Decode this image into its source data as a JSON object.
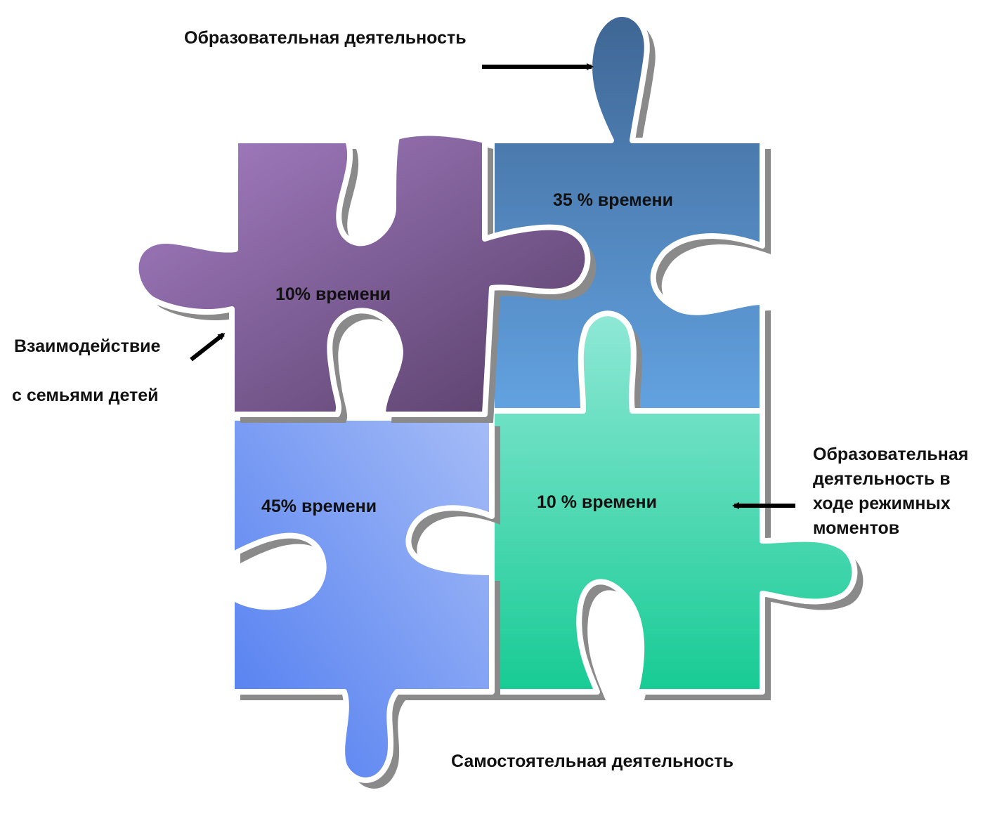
{
  "pieces": {
    "purple": {
      "percent_label": "10% времени",
      "caption_lines": [
        "Взаимодействие",
        "с семьями детей"
      ]
    },
    "steel_blue": {
      "percent_label": "35 % времени",
      "caption": "Образовательная деятельность"
    },
    "light_blue": {
      "percent_label": "45% времени",
      "caption": "Самостоятельная деятельность"
    },
    "teal": {
      "percent_label": "10 % времени",
      "caption_lines": [
        "Образовательная",
        "деятельность в",
        "ходе режимных",
        "моментов"
      ]
    }
  },
  "colors": {
    "purple": [
      "#a67fc5",
      "#573e68"
    ],
    "steel_blue": [
      "#3f6694",
      "#63a3e2"
    ],
    "light_blue": [
      "#4e7bf0",
      "#a5bcf6"
    ],
    "teal": [
      "#8fe8d6",
      "#17cb94"
    ],
    "outline": "#ffffff",
    "shadow": "#8a8a8a",
    "arrow": "#000000"
  }
}
